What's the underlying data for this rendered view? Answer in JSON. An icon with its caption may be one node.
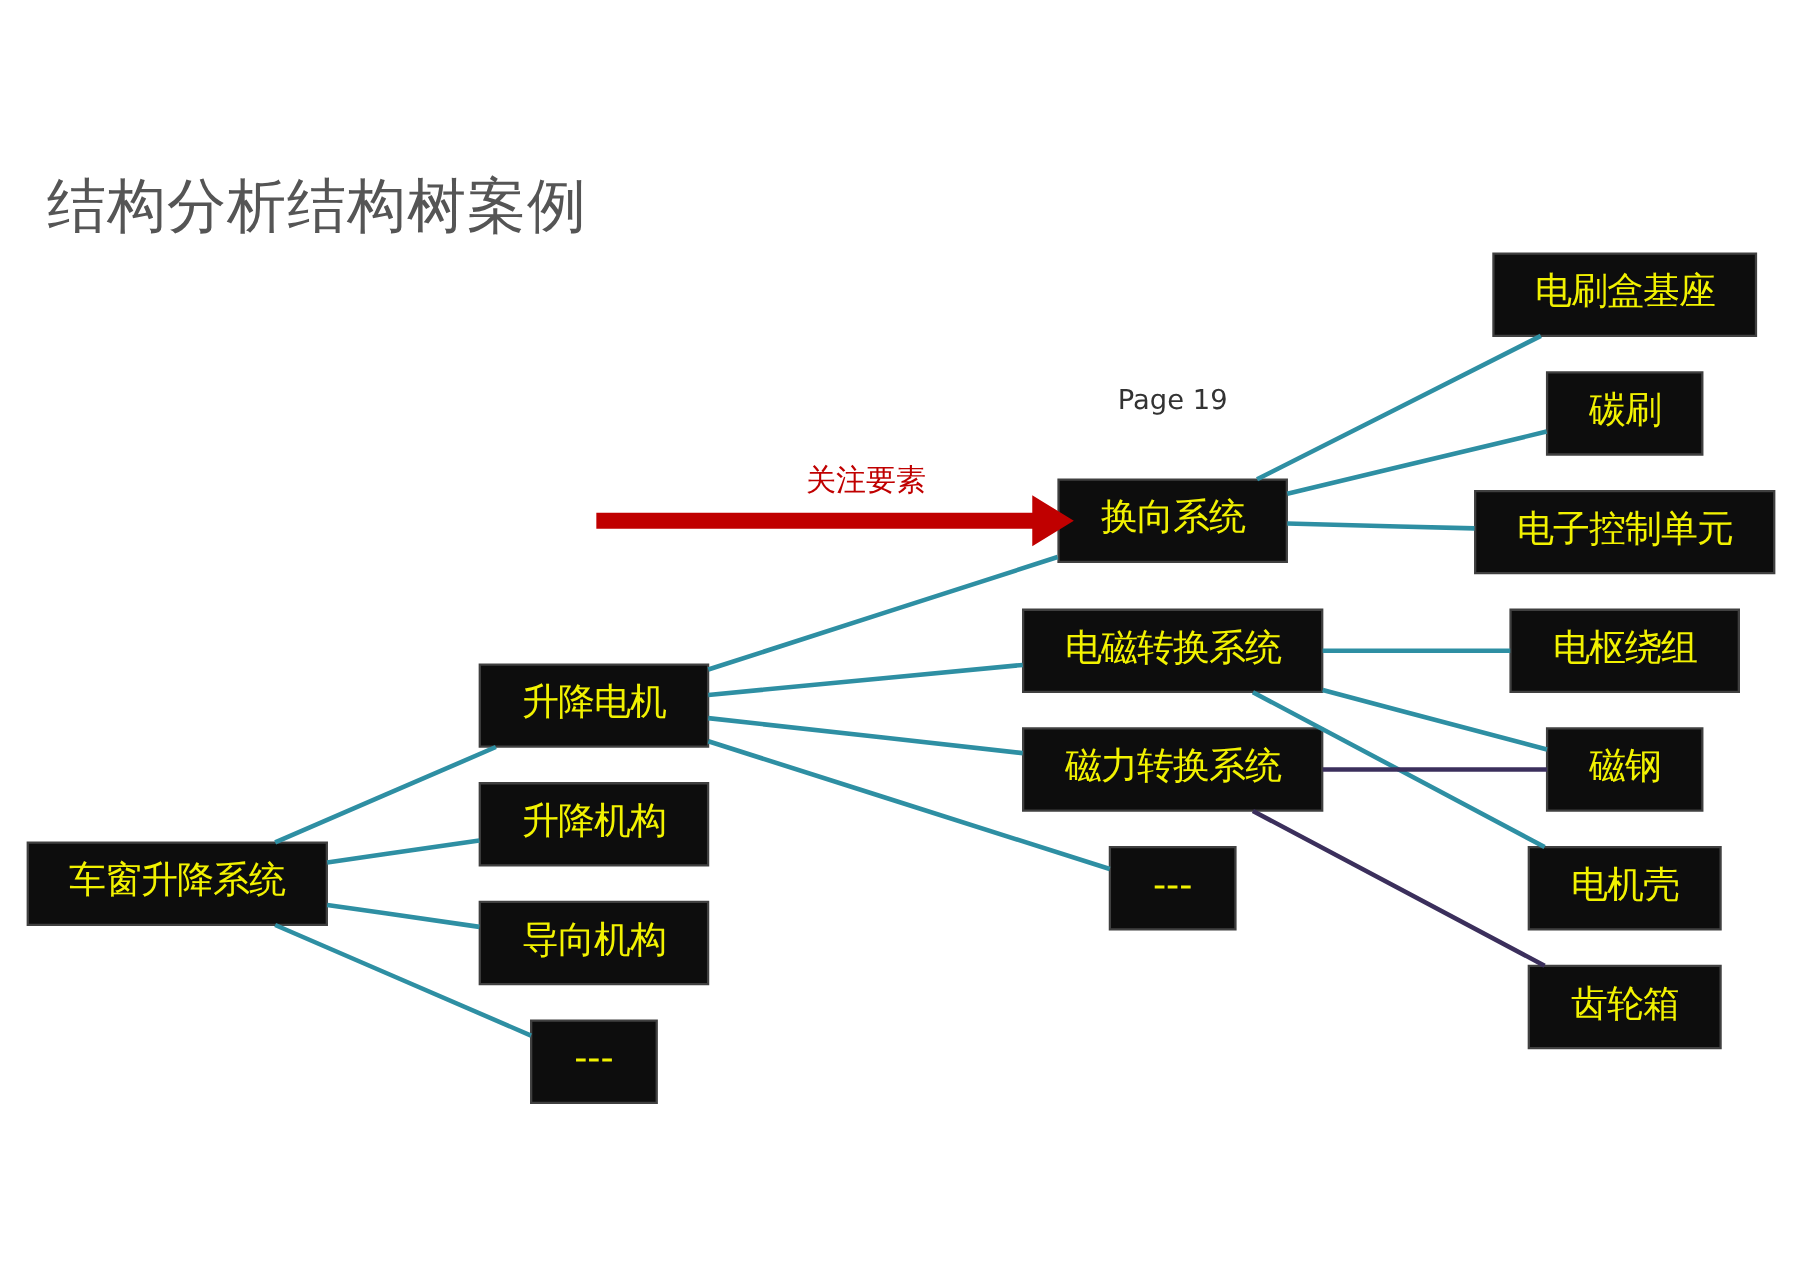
{
  "diagram": {
    "title": "结构分析结构树案例",
    "nodes": [
      {
        "text": [
          "车窗升降系统"
        ]
      },
      {
        "text": [
          "升降电机"
        ]
      },
      {
        "text": [
          "升降机构"
        ]
      },
      {
        "text": [
          "导向机构"
        ]
      },
      {
        "text": [
          "---"
        ]
      },
      {
        "text": [
          "换向系统"
        ]
      },
      {
        "text": [
          "电磁转换系统"
        ]
      },
      {
        "text": [
          "磁力转换系统"
        ]
      },
      {
        "text": [
          "---"
        ]
      },
      {
        "text": [
          "电刷盒基座"
        ]
      },
      {
        "text": [
          "碳刷"
        ]
      },
      {
        "text": [
          "电子控制单元"
        ]
      },
      {
        "text": [
          "磁钢"
        ]
      },
      {
        "text": [
          "电枢绕组"
        ]
      },
      {
        "text": [
          "电机壳"
        ]
      },
      {
        "text": [
          "齿轮箱"
        ]
      }
    ],
    "edges": [
      {
        "from": 0,
        "to": 1,
        "arrow": "none"
      },
      {
        "from": 0,
        "to": 2,
        "arrow": "none"
      },
      {
        "from": 0,
        "to": 3,
        "arrow": "none"
      },
      {
        "from": 0,
        "to": 4,
        "arrow": "none"
      },
      {
        "from": 1,
        "to": 5,
        "arrow": "none"
      },
      {
        "from": 1,
        "to": 6,
        "arrow": "none"
      },
      {
        "from": 1,
        "to": 7,
        "arrow": "none"
      },
      {
        "from": 1,
        "to": 8,
        "arrow": "none"
      },
      {
        "from": 5,
        "to": 9,
        "arrow": "none"
      },
      {
        "from": 5,
        "to": 10,
        "arrow": "none"
      },
      {
        "from": 5,
        "to": 11,
        "arrow": "none"
      },
      {
        "from": 6,
        "to": 12,
        "arrow": "none"
      },
      {
        "from": 6,
        "to": 13,
        "arrow": "none"
      },
      {
        "from": 6,
        "to": 14,
        "arrow": "none"
      },
      {
        "from": 7,
        "to": 12,
        "arrow": "none",
        "color": "#3b2f5c"
      },
      {
        "from": 7,
        "to": 15,
        "arrow": "none",
        "color": "#3b2f5c"
      },
      {
        "from": null,
        "to": 5,
        "arrow": "to",
        "label": "关注要素",
        "style": "thick",
        "color": "#c00000"
      }
    ],
    "labels": [
      "Page 19"
    ]
  }
}
